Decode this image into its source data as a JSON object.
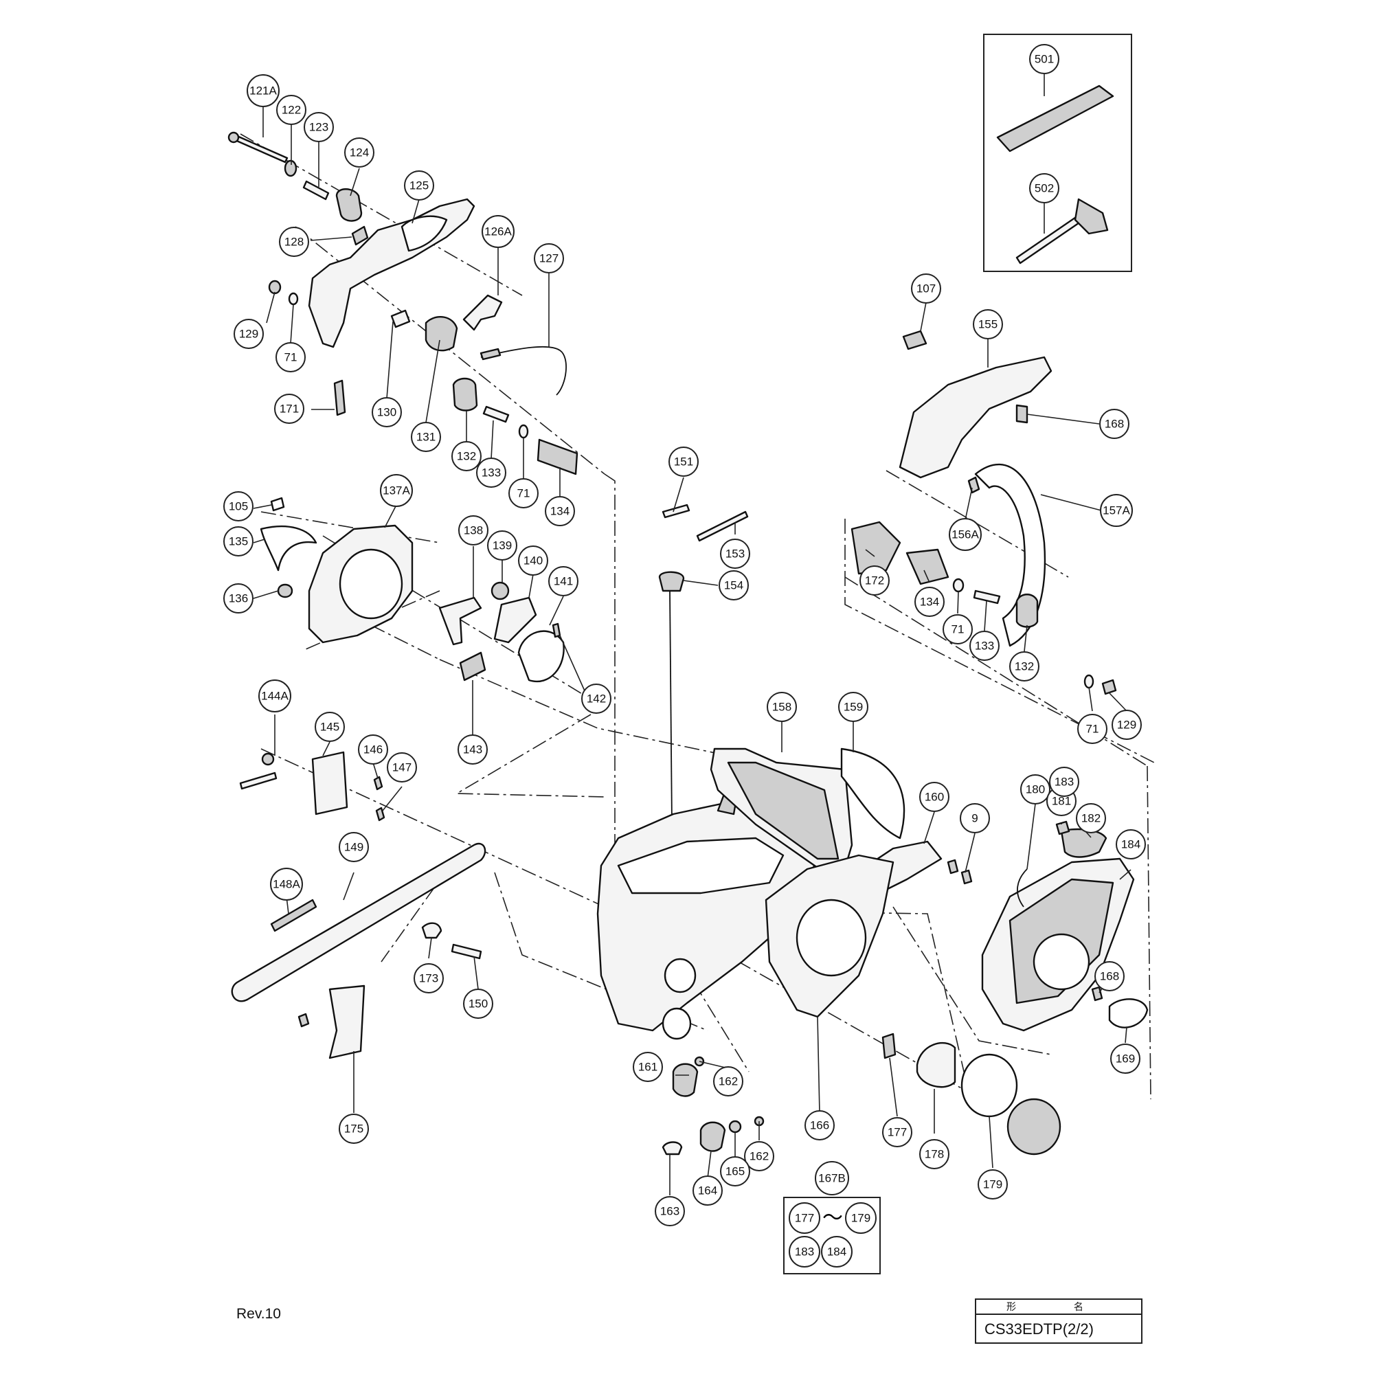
{
  "diagram": {
    "revision": "Rev.10",
    "model_header": "形 名",
    "model_name": "CS33EDTP(2/2)",
    "kit": {
      "number": "167B",
      "range_start": "177",
      "range_separator": "～",
      "range_end": "179",
      "extra_parts": [
        "183",
        "184"
      ]
    },
    "accessories": [
      "501",
      "502"
    ],
    "callouts": [
      "121A",
      "122",
      "123",
      "124",
      "125",
      "126A",
      "127",
      "128",
      "129",
      "71",
      "171",
      "130",
      "131",
      "132",
      "133",
      "71",
      "134",
      "105",
      "135",
      "136",
      "137A",
      "138",
      "139",
      "140",
      "141",
      "142",
      "143",
      "144A",
      "145",
      "146",
      "147",
      "148A",
      "149",
      "150",
      "151",
      "153",
      "154",
      "107",
      "155",
      "168",
      "157A",
      "156A",
      "172",
      "134",
      "71",
      "133",
      "132",
      "71",
      "129",
      "158",
      "159",
      "160",
      "9",
      "180",
      "181",
      "182",
      "183",
      "184",
      "168",
      "169",
      "173",
      "161",
      "162",
      "162",
      "163",
      "164",
      "165",
      "166",
      "177",
      "178",
      "179",
      "175",
      "501",
      "502"
    ]
  }
}
